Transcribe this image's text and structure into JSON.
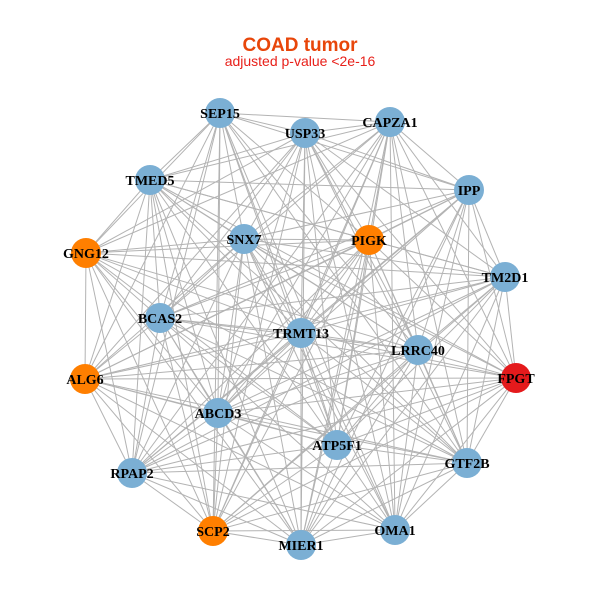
{
  "title": "COAD tumor",
  "subtitle": "adjusted p-value <2e-16",
  "colors": {
    "title": "#e8460a",
    "subtitle": "#e8201a",
    "edge": "#b3b3b3",
    "group_default": "#7bafd4",
    "group_orange": "#ff7f00",
    "group_red": "#e41a1c"
  },
  "network": {
    "nodes": [
      {
        "id": "SEP15",
        "group": "default"
      },
      {
        "id": "USP33",
        "group": "default"
      },
      {
        "id": "CAPZA1",
        "group": "default"
      },
      {
        "id": "TMED5",
        "group": "default"
      },
      {
        "id": "IPP",
        "group": "default"
      },
      {
        "id": "SNX7",
        "group": "default"
      },
      {
        "id": "PIGK",
        "group": "orange"
      },
      {
        "id": "GNG12",
        "group": "orange"
      },
      {
        "id": "TM2D1",
        "group": "default"
      },
      {
        "id": "BCAS2",
        "group": "default"
      },
      {
        "id": "TRMT13",
        "group": "default"
      },
      {
        "id": "LRRC40",
        "group": "default"
      },
      {
        "id": "ALG6",
        "group": "orange"
      },
      {
        "id": "FPGT",
        "group": "red"
      },
      {
        "id": "ABCD3",
        "group": "default"
      },
      {
        "id": "ATP5F1",
        "group": "default"
      },
      {
        "id": "GTF2B",
        "group": "default"
      },
      {
        "id": "RPAP2",
        "group": "default"
      },
      {
        "id": "SCP2",
        "group": "orange"
      },
      {
        "id": "MIER1",
        "group": "default"
      },
      {
        "id": "OMA1",
        "group": "default"
      }
    ],
    "edges_mode": "near-complete",
    "missing_edges": [
      [
        "SEP15",
        "FPGT"
      ],
      [
        "CAPZA1",
        "ALG6"
      ],
      [
        "IPP",
        "GNG12"
      ],
      [
        "USP33",
        "RPAP2"
      ],
      [
        "TMED5",
        "OMA1"
      ],
      [
        "GNG12",
        "FPGT"
      ],
      [
        "SCP2",
        "IPP"
      ],
      [
        "MIER1",
        "SEP15"
      ],
      [
        "TM2D1",
        "SEP15"
      ],
      [
        "OMA1",
        "GNG12"
      ]
    ]
  }
}
